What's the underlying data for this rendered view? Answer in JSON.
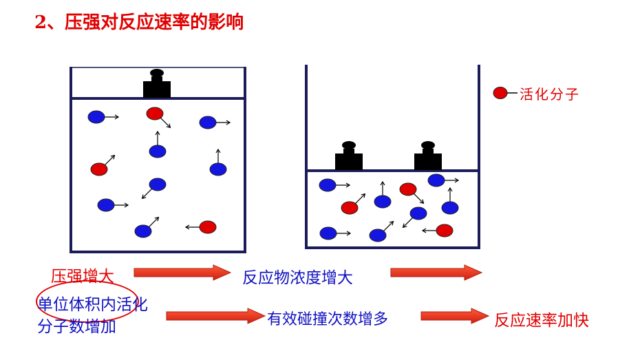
{
  "title": "2、压强对反应速率的影响",
  "legend": {
    "label": "活化分子"
  },
  "flow": {
    "pressure_increase": "压强增大",
    "concentration_increase": "反应物浓度增大",
    "active_per_volume_line1": "单位体积内活化",
    "active_per_volume_line2": "分子数增加",
    "effective_collisions": "有效碰撞次数增多",
    "rate_increase": "反应速率加快"
  },
  "colors": {
    "active_molecule": "#e00000",
    "normal_molecule": "#1515e0",
    "arrow_fill": "#e8331a",
    "container": "#1c1c5a",
    "weight": "#000000"
  }
}
